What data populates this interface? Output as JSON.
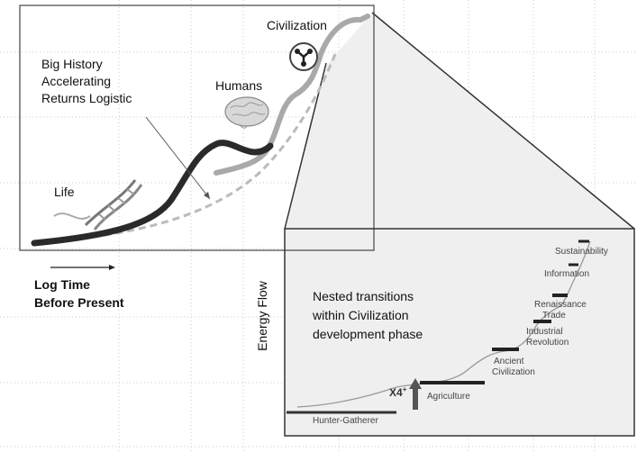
{
  "title_lines": [
    "Big History",
    "Accelerating",
    "Returns Logistic"
  ],
  "labels": {
    "life": "Life",
    "humans": "Humans",
    "civilization": "Civilization"
  },
  "axis": {
    "x_line1": "Log Time",
    "x_line2": "Before Present",
    "y": "Energy Flow"
  },
  "inset": {
    "caption_lines": [
      "Nested transitions",
      "within Civilization",
      "development phase"
    ],
    "multiplier": "X4",
    "multiplier_sup": "+",
    "stages": {
      "hunter_gatherer": "Hunter-Gatherer",
      "agriculture": "Agriculture",
      "ancient_1": "Ancient",
      "ancient_2": "Civilization",
      "industrial_1": "Industrial",
      "industrial_2": "Revolution",
      "trade": "Trade",
      "renaissance": "Renaissance",
      "information": "Information",
      "sustainability": "Sustainability"
    }
  },
  "icons": [
    "dna-icon",
    "brain-icon",
    "network-icon"
  ]
}
